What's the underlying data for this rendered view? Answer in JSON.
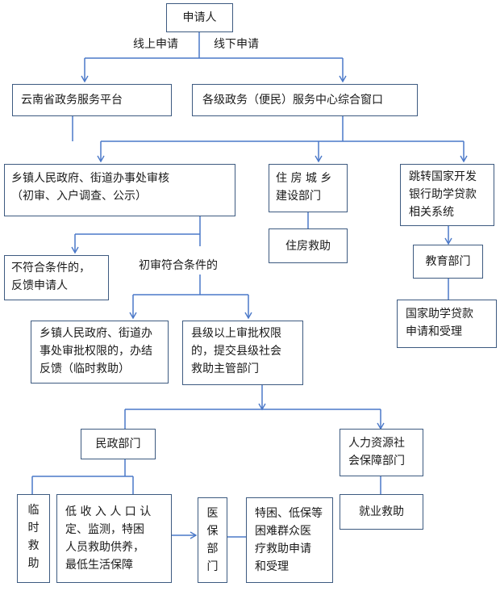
{
  "colors": {
    "line": "#4a78c8",
    "box_border": "#3d5a80"
  },
  "nodes": {
    "applicant": "申请人",
    "online_platform": "云南省政务服务平台",
    "offline_window": "各级政务（便民）服务中心综合窗口",
    "township_review": "乡镇人民政府、街道办事处审核\n（初审、入户调查、公示）",
    "housing_dept": "住 房 城 乡\n建设部门",
    "housing_aid": "住房救助",
    "bank_loan": "跳转国家开发\n银行助学贷款\n相关系统",
    "education_dept": "教育部门",
    "student_loan": "国家助学贷款\n申请和受理",
    "not_eligible": "不符合条件的，\n反馈申请人",
    "township_approve": "乡镇人民政府、街道办\n事处审批权限的，办结\n反馈（临时救助）",
    "county_approve": "县级以上审批权限\n的，提交县级社会\n救助主管部门",
    "civil_affairs": "民政部门",
    "hr_social": "人力资源社\n会保障部门",
    "employment_aid": "就业救助",
    "temp_aid": "临\n时\n救\n助",
    "low_income": "低 收 入 人 口 认\n定、监测，特困\n人员救助供养，\n最低生活保障",
    "medical_dept": "医\n保\n部\n门",
    "medical_aid": "特困、低保等\n困难群众医\n疗救助申请\n和受理"
  },
  "edge_labels": {
    "online": "线上申请",
    "offline": "线下申请",
    "initial_pass": "初审符合条件的"
  }
}
